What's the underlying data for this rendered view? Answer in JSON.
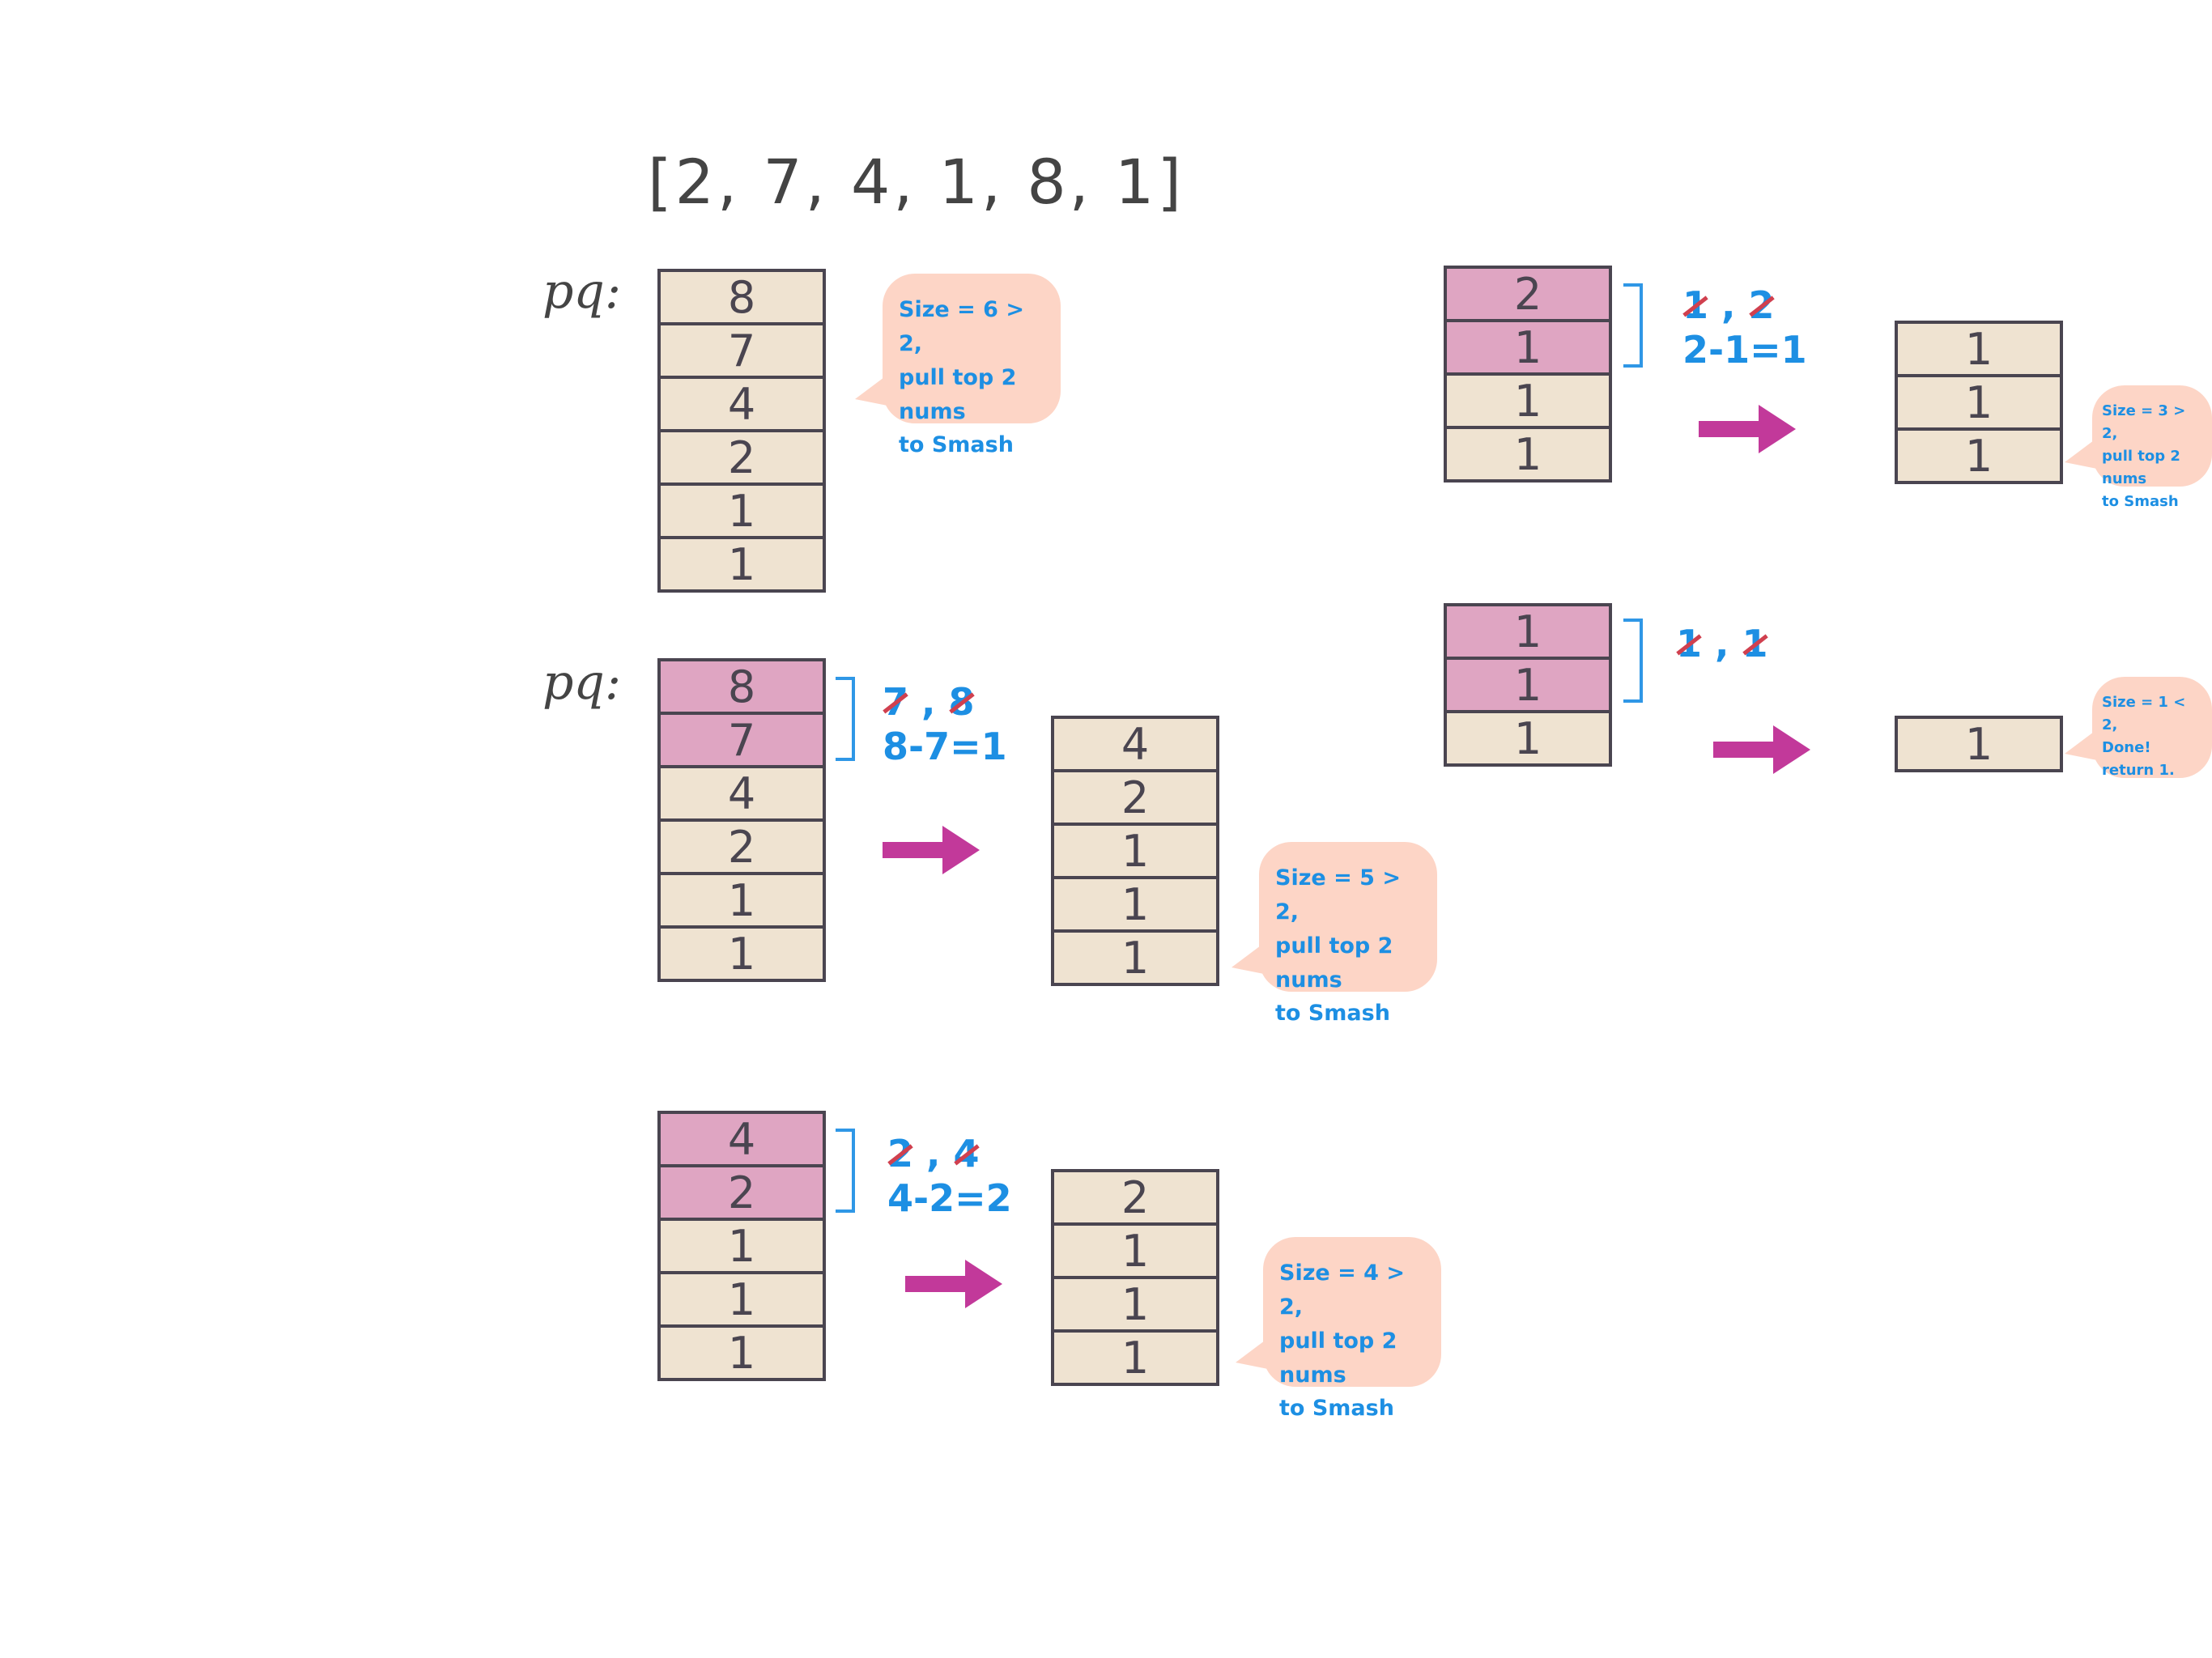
{
  "input_array": "[2, 7, 4, 1, 8, 1]",
  "pq_label": "pq:",
  "steps": [
    {
      "id": "initial",
      "stack": [
        "8",
        "7",
        "4",
        "2",
        "1",
        "1"
      ],
      "highlight": 0,
      "bubble": "Size = 6 > 2,\npull top 2 nums\nto Smash"
    },
    {
      "id": "smash1",
      "stack": [
        "8",
        "7",
        "4",
        "2",
        "1",
        "1"
      ],
      "highlight": 2,
      "crossed": [
        "7",
        "8"
      ],
      "calc": "8-7=1",
      "result": [
        "4",
        "2",
        "1",
        "1",
        "1"
      ],
      "bubble": "Size = 5 > 2,\npull top 2 nums\nto Smash"
    },
    {
      "id": "smash2",
      "stack": [
        "4",
        "2",
        "1",
        "1",
        "1"
      ],
      "highlight": 2,
      "crossed": [
        "2",
        "4"
      ],
      "calc": "4-2=2",
      "result": [
        "2",
        "1",
        "1",
        "1"
      ],
      "bubble": "Size = 4 > 2,\npull top 2 nums\nto Smash"
    },
    {
      "id": "smash3",
      "stack": [
        "2",
        "1",
        "1",
        "1"
      ],
      "highlight": 2,
      "crossed": [
        "1",
        "2"
      ],
      "calc": "2-1=1",
      "result": [
        "1",
        "1",
        "1"
      ],
      "bubble": "Size = 3 > 2,\npull top 2 nums\nto Smash"
    },
    {
      "id": "smash4",
      "stack": [
        "1",
        "1",
        "1"
      ],
      "highlight": 2,
      "crossed": [
        "1",
        "1"
      ],
      "calc": "",
      "result": [
        "1"
      ],
      "bubble": "Size = 1 < 2,\nDone!\nreturn 1."
    }
  ],
  "colors": {
    "cell": "#efe3d1",
    "highlight": "#dfa5c2",
    "border": "#4a4550",
    "note": "#1d8fe3",
    "strike": "#d0404f",
    "arrow": "#c2399a",
    "bubble": "#fdd5c6"
  }
}
